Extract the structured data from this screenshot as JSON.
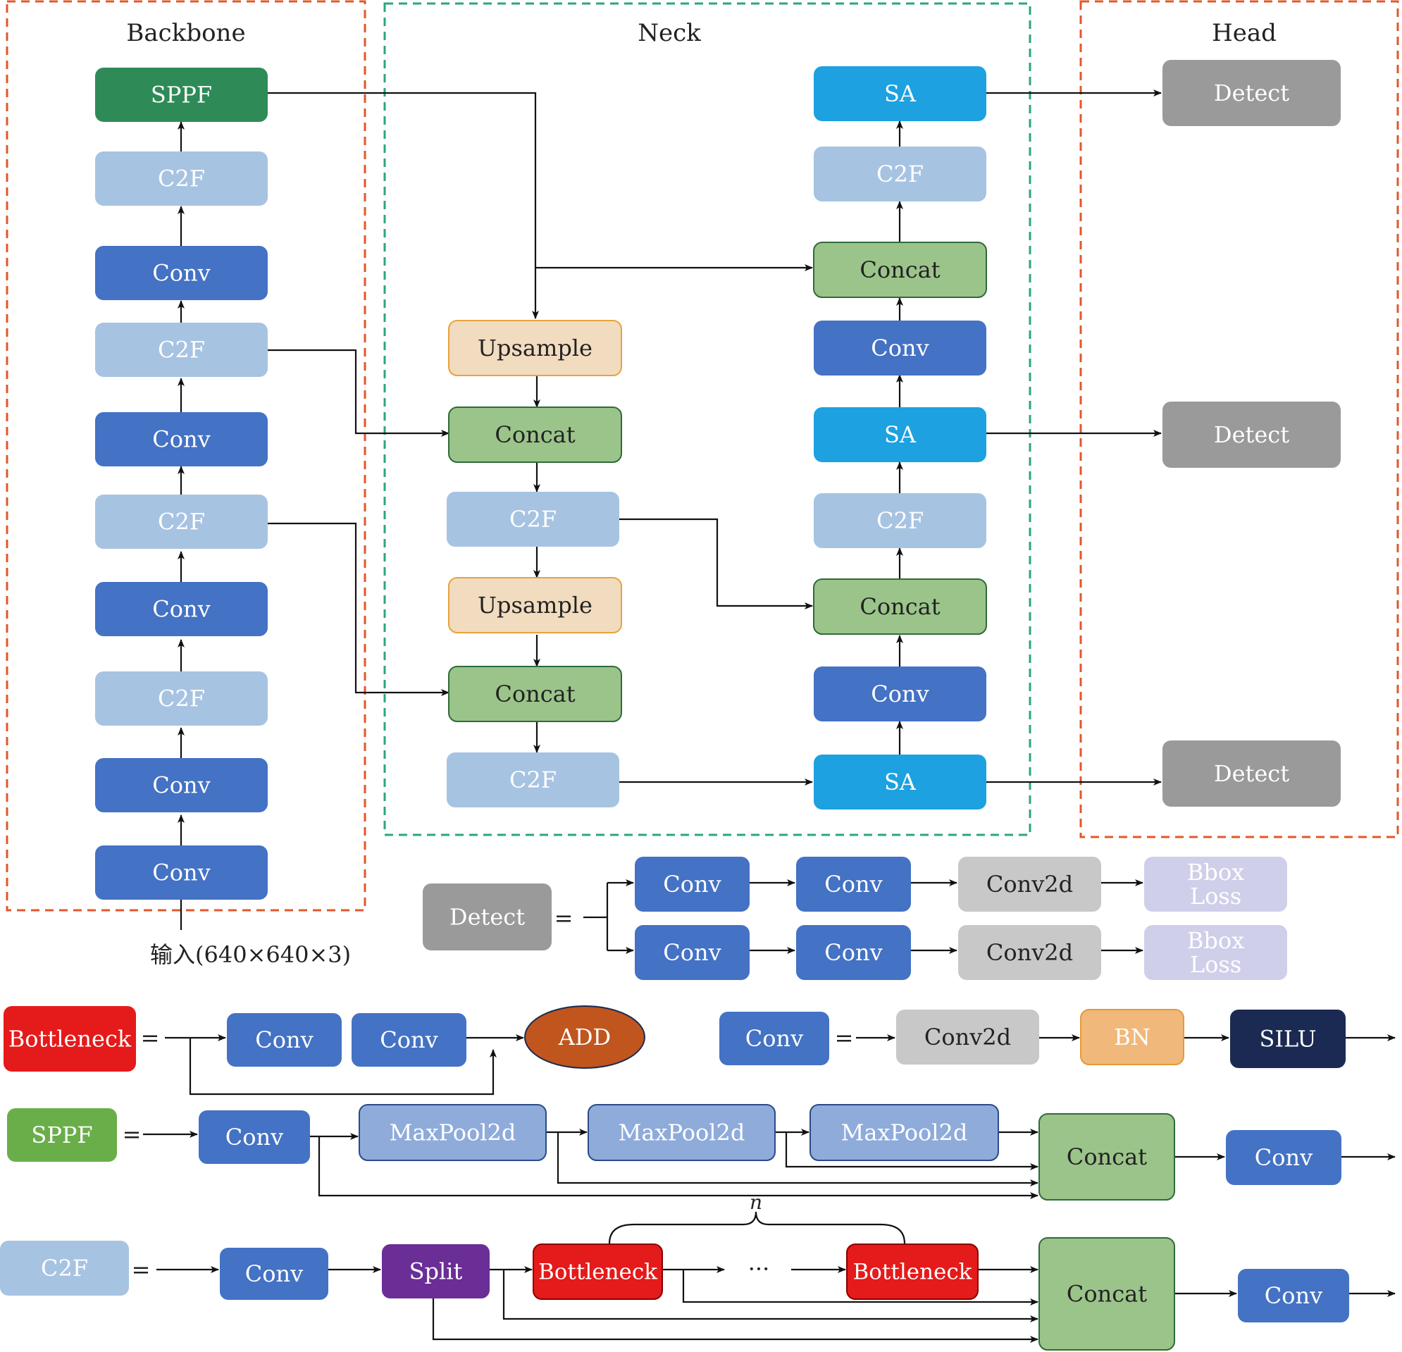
{
  "sections": {
    "backbone": "Backbone",
    "neck": "Neck",
    "head": "Head"
  },
  "colors": {
    "conv": "#4472C4",
    "c2f": "#A7C3E2",
    "sppf": "#2E8B57",
    "upsample": "#F2DCC0",
    "upsample_border": "#E8A33A",
    "concat": "#9BC48A",
    "concat_border": "#2E6B3A",
    "sa": "#1DA1E0",
    "detect": "#9A9A9A",
    "conv2d": "#C8C8C8",
    "bbox_loss": "#CFCFEA",
    "bottleneck": "#E51A1A",
    "add": "#C0551E",
    "bn": "#F0B87A",
    "silu": "#1B2A52",
    "sppf_legend": "#6AAE4A",
    "maxpool": "#8EABDA",
    "split": "#6B2D96",
    "backbone_frame": "#E2572A",
    "neck_frame": "#2AA776"
  },
  "backbone": {
    "input_label": "输入(640×640×3)",
    "blocks": [
      "SPPF",
      "C2F",
      "Conv",
      "C2F",
      "Conv",
      "C2F",
      "Conv",
      "C2F",
      "Conv",
      "Conv"
    ]
  },
  "neck": {
    "mid_blocks": [
      "Upsample",
      "Concat",
      "C2F",
      "Upsample",
      "Concat",
      "C2F"
    ],
    "right_blocks": [
      "SA",
      "C2F",
      "Concat",
      "Conv",
      "SA",
      "C2F",
      "Concat",
      "Conv",
      "SA"
    ]
  },
  "head": {
    "blocks": [
      "Detect",
      "Detect",
      "Detect"
    ]
  },
  "legend_detect": {
    "name": "Detect",
    "eq": "=",
    "row1": [
      "Conv",
      "Conv",
      "Conv2d",
      "Bbox Loss"
    ],
    "row2": [
      "Conv",
      "Conv",
      "Conv2d",
      "Bbox Loss"
    ]
  },
  "legend_bottleneck": {
    "name": "Bottleneck",
    "eq": "=",
    "blocks": [
      "Conv",
      "Conv"
    ],
    "add": "ADD"
  },
  "legend_conv": {
    "name": "Conv",
    "eq": "=",
    "blocks": [
      "Conv2d",
      "BN",
      "SILU"
    ]
  },
  "legend_sppf": {
    "name": "SPPF",
    "eq": "=",
    "blocks": [
      "Conv",
      "MaxPool2d",
      "MaxPool2d",
      "MaxPool2d",
      "Concat",
      "Conv"
    ]
  },
  "legend_c2f": {
    "name": "C2F",
    "eq": "=",
    "blocks": [
      "Conv",
      "Split",
      "Bottleneck",
      "···",
      "Bottleneck",
      "Concat",
      "Conv"
    ],
    "n_label": "n"
  }
}
